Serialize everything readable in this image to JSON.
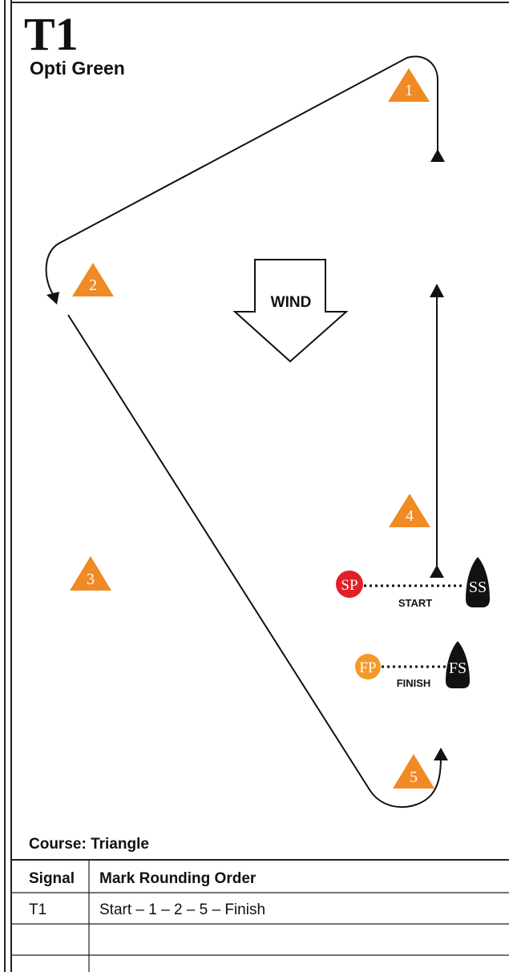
{
  "title": "T1",
  "subtitle": "Opti Green",
  "marks": [
    {
      "label": "1",
      "color": "#f08a24"
    },
    {
      "label": "2",
      "color": "#f08a24"
    },
    {
      "label": "3",
      "color": "#f08a24"
    },
    {
      "label": "4",
      "color": "#f08a24"
    },
    {
      "label": "5",
      "color": "#f08a24"
    }
  ],
  "wind_label": "WIND",
  "start_line": {
    "pin_label": "SP",
    "pin_color": "#e02026",
    "boat_label": "SS",
    "line_label": "START"
  },
  "finish_line": {
    "pin_label": "FP",
    "pin_color": "#f39a26",
    "boat_label": "FS",
    "line_label": "FINISH"
  },
  "course_label": "Course: Triangle",
  "table": {
    "headers": [
      "Signal",
      "Mark Rounding Order"
    ],
    "rows": [
      [
        "T1",
        "Start – 1 – 2 – 5 – Finish"
      ],
      [
        "",
        ""
      ],
      [
        "",
        ""
      ]
    ]
  }
}
